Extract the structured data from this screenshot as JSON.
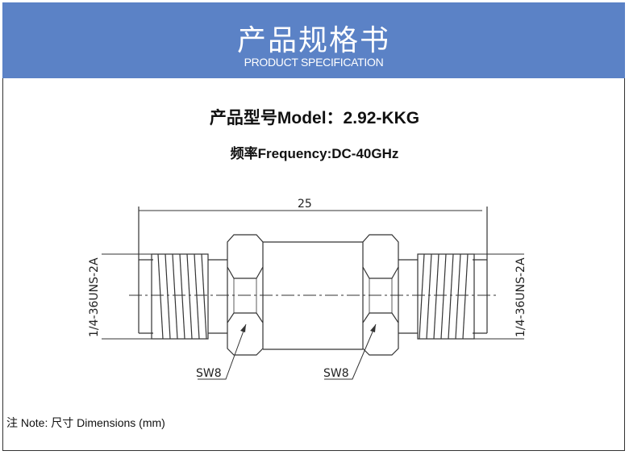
{
  "header": {
    "title": "产品规格书",
    "subtitle": "PRODUCT SPECIFICATION",
    "color": "#5b82c6"
  },
  "model": {
    "label": "产品型号Model：2.92-KKG"
  },
  "frequency": {
    "label": "频率Frequency:DC-40GHz"
  },
  "drawing": {
    "length_dimension": "25",
    "thread_left": "1/4-36UNS-2A",
    "thread_right": "1/4-36UNS-2A",
    "wrench_left": "SW8",
    "wrench_right": "SW8"
  },
  "note": "注 Note:  尺寸 Dimensions (mm)"
}
